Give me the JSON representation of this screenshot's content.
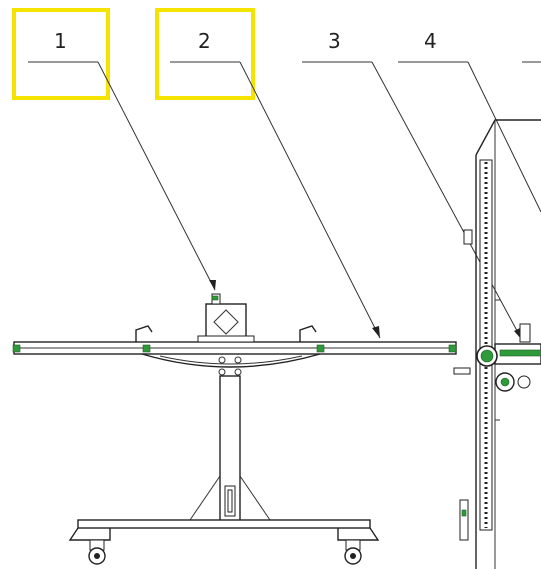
{
  "callouts": [
    {
      "id": "1",
      "label": "1",
      "highlighted": true
    },
    {
      "id": "2",
      "label": "2",
      "highlighted": true
    },
    {
      "id": "3",
      "label": "3",
      "highlighted": false
    },
    {
      "id": "4",
      "label": "4",
      "highlighted": false
    }
  ],
  "colors": {
    "highlight": "#f5e400",
    "line": "#222222",
    "clamp_marker": "#2f9a3a",
    "background": "#ffffff"
  }
}
